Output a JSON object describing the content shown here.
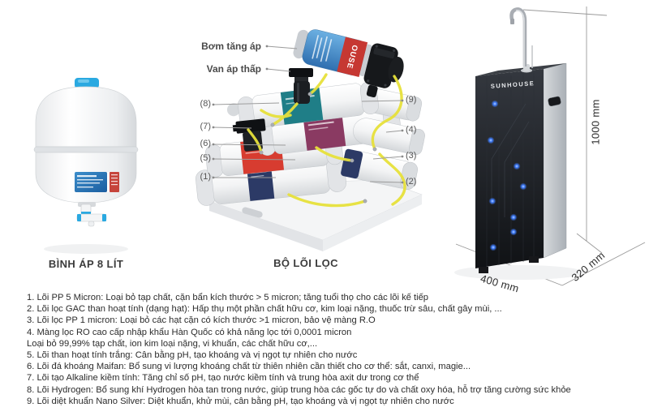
{
  "tank": {
    "caption": "BÌNH ÁP 8 LÍT"
  },
  "filter_unit": {
    "caption": "BỘ LÕI LỌC",
    "pump_label": "Bơm tăng áp",
    "valve_label": "Van áp thấp",
    "pump_brand_visible": "OUSE",
    "callouts_left": [
      "(8)",
      "(7)",
      "(6)",
      "(5)",
      "(1)"
    ],
    "callouts_right": [
      "(9)",
      "(4)",
      "(3)",
      "(2)"
    ]
  },
  "cabinet": {
    "brand": "SUNHOUSE",
    "dim_height": "1000 mm",
    "dim_width": "400 mm",
    "dim_depth": "320 mm"
  },
  "descriptions": [
    "1. Lõi PP 5 Micron: Loại bỏ tạp chất, cặn bẩn kích thước > 5 micron; tăng tuổi thọ cho các lõi kế tiếp",
    "2. Lõi lọc GAC than hoạt tính (dạng hạt): Hấp thụ một phần chất hữu cơ, kim loại nặng, thuốc trừ sâu, chất gây mùi, ...",
    "3. Lõi lọc PP 1 micron: Loại bỏ các hạt cặn có kích thước >1 micron, bảo vệ màng R.O",
    "4. Màng lọc RO cao cấp nhập khẩu Hàn Quốc có khả năng lọc tới 0,0001 micron",
    "Loại bỏ 99,99% tạp chất, ion kim loại nặng, vi khuẩn, các chất hữu cơ,...",
    "5. Lõi than hoạt tính trắng: Cân bằng pH, tạo khoáng và vị ngọt tự nhiên cho nước",
    "6. Lõi đá khoáng Maifan: Bổ sung vi lượng khoáng chất từ thiên nhiên cần thiết cho cơ thể: sắt, canxi, magie...",
    "7. Lõi tạo Alkaline kiềm tính: Tăng chỉ số pH, tạo nước kiềm tính và trung hòa axit dư trong cơ thể",
    "8. Lõi Hydrogen: Bổ sung khí Hydrogen hòa tan trong nước, giúp trung hòa các gốc tự do và chất oxy hóa, hỗ trợ tăng cường sức khỏe",
    "9. Lõi diệt khuẩn Nano Silver: Diệt khuẩn, khử mùi, cân bằng pH, tạo khoáng và vị ngọt tự nhiên cho nước"
  ],
  "colors": {
    "tube_yellow": "#e7e13b",
    "band_teal": "#1f7e87",
    "band_red": "#d73c30",
    "band_purple": "#8a3a62",
    "band_navy": "#2c3a66",
    "pump_blue": "#4b8fd0",
    "pump_red": "#c63832",
    "led_blue": "#3f7dff",
    "cap_blue": "#2aa9e1",
    "cabinet_black": "#17191d"
  }
}
